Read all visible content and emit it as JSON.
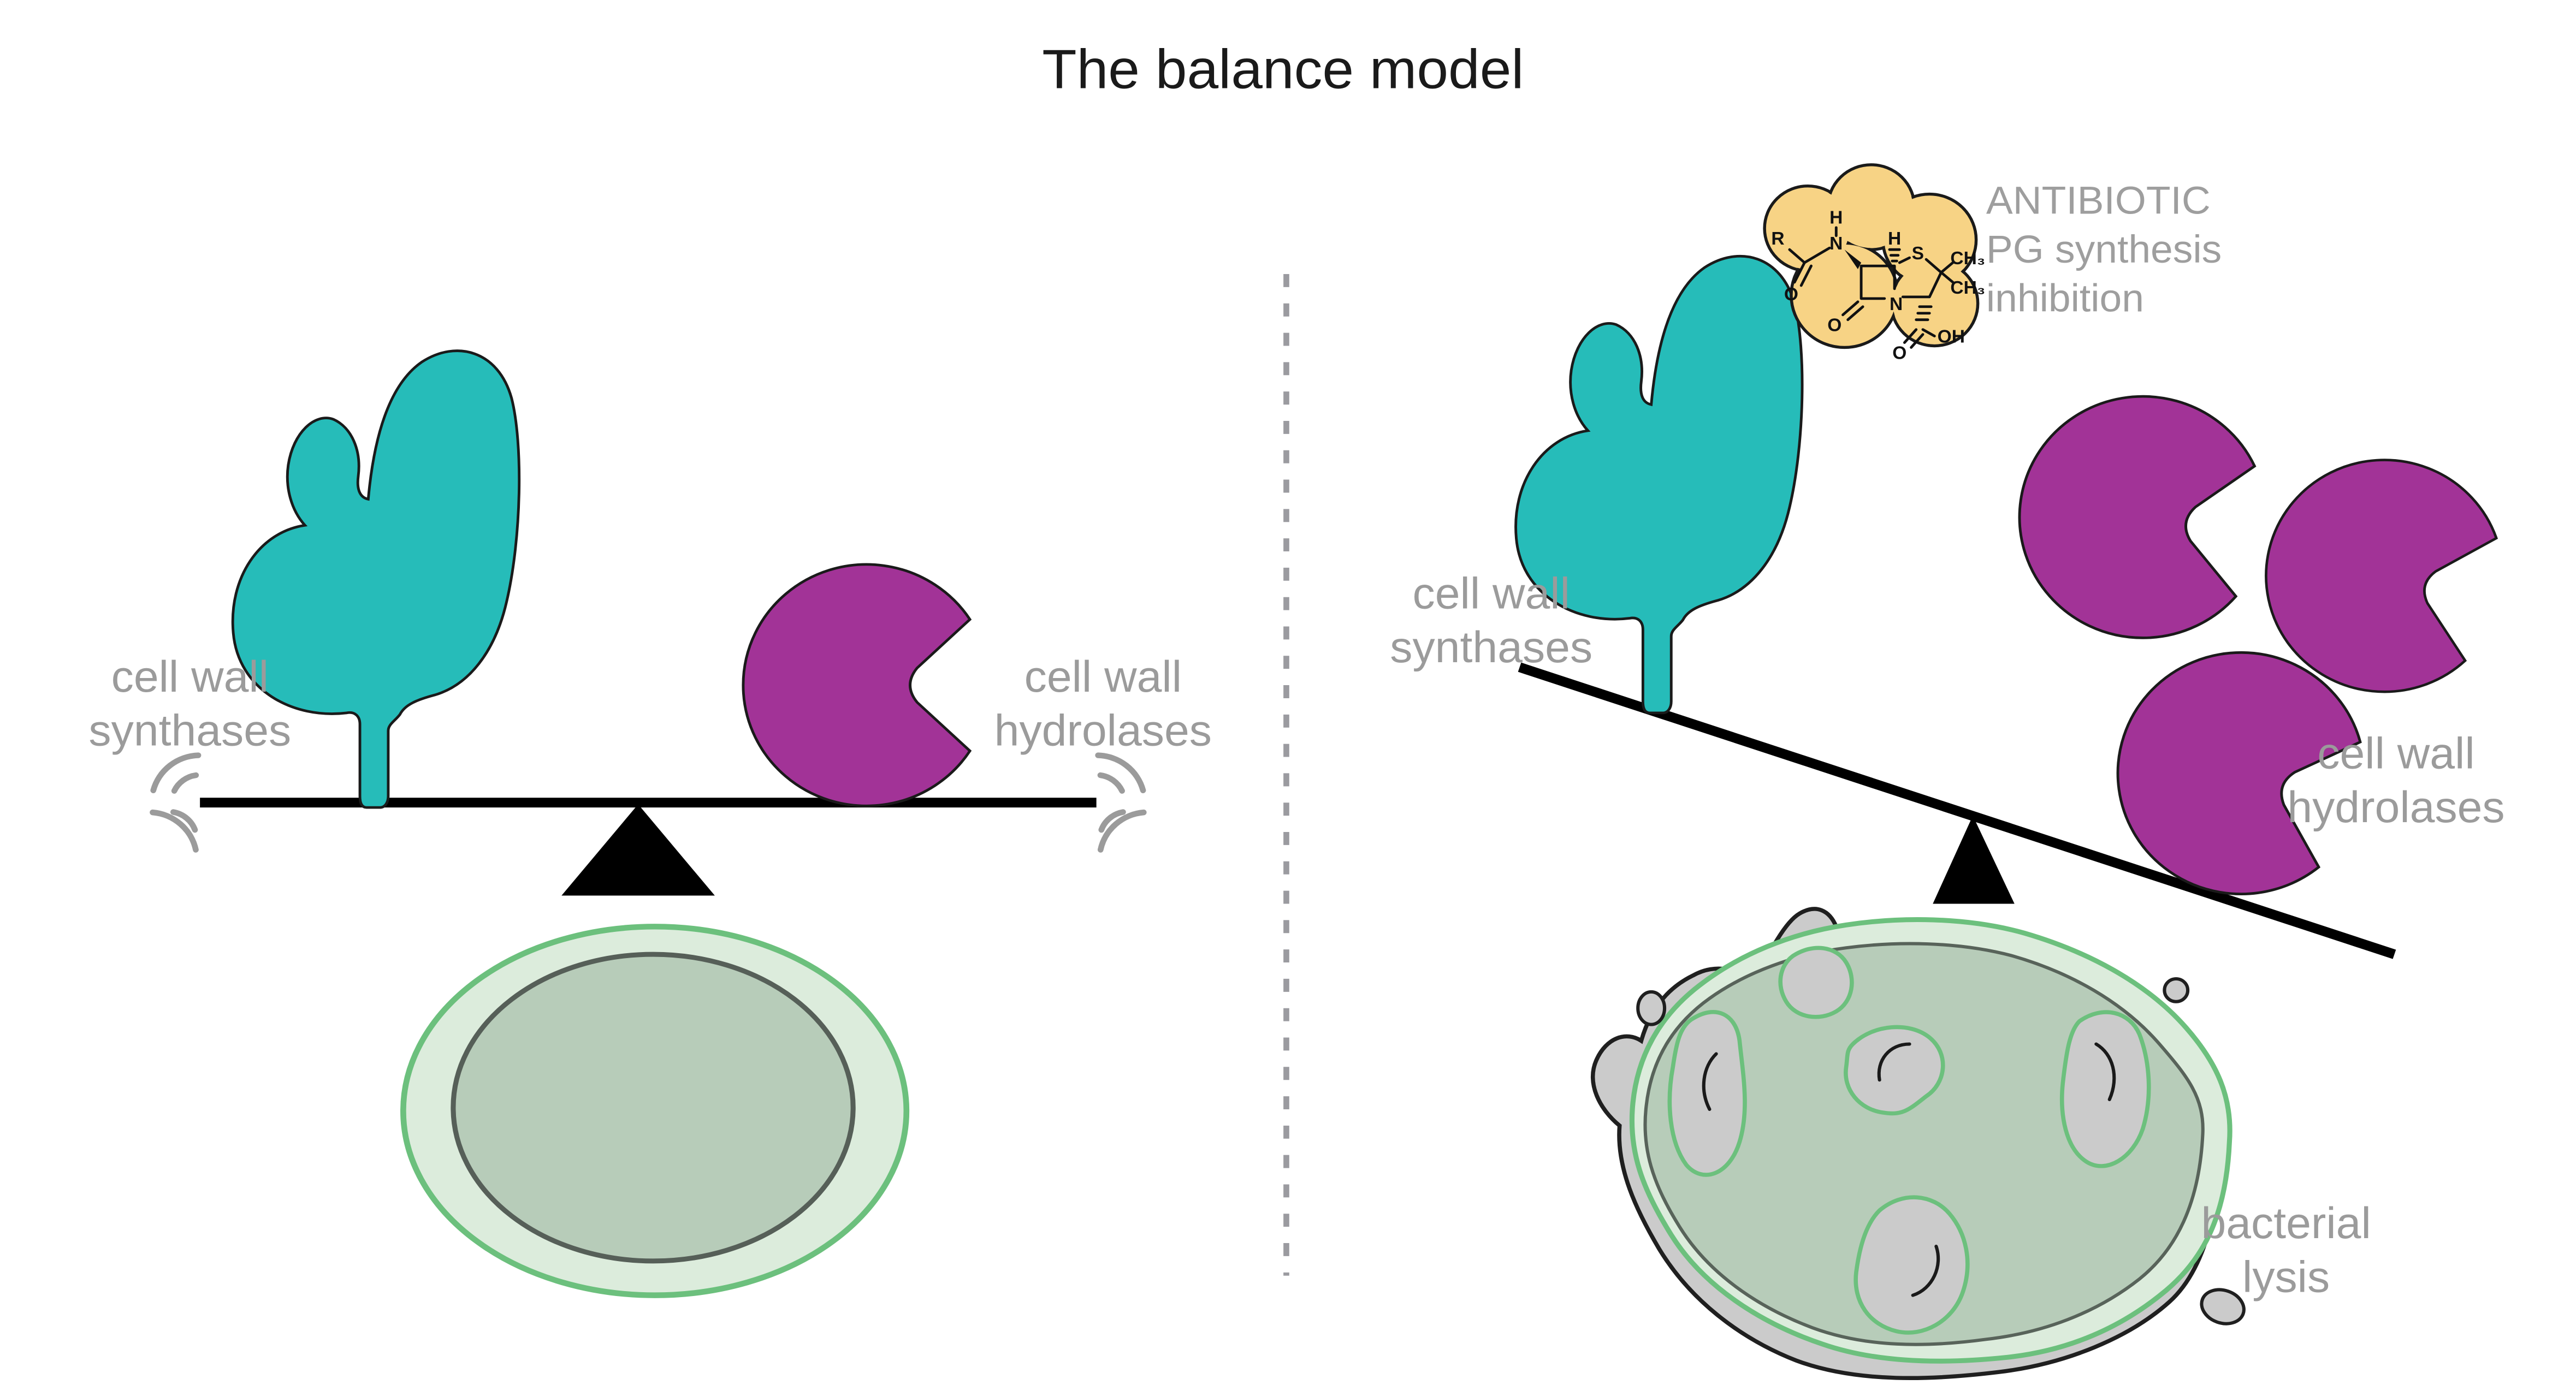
{
  "title": "The balance model",
  "colors": {
    "synthase_teal": "#26bcb9",
    "hydrolase_purple": "#a23397",
    "antibiotic_yellow": "#f7d385",
    "label_gray": "#9b9b9b",
    "beam_black": "#000000",
    "divider_gray": "#9b9ba0",
    "cell_outer_fill": "#dcecdc",
    "cell_outer_stroke": "#6cc07d",
    "cell_inner_fill": "#b7ccb9",
    "cell_inner_stroke": "#565f58",
    "debris_gray": "#cbcbcb"
  },
  "left_panel": {
    "synthases_label": [
      "cell wall",
      "synthases"
    ],
    "hydrolases_label": [
      "cell wall",
      "hydrolases"
    ]
  },
  "right_panel": {
    "antibiotic_label": [
      "ANTIBIOTIC",
      "PG synthesis",
      "inhibition"
    ],
    "synthases_label": [
      "cell wall",
      "synthases"
    ],
    "hydrolases_label": [
      "cell wall",
      "hydrolases"
    ],
    "lysis_label": [
      "bacterial",
      "lysis"
    ],
    "molecule": {
      "r_group": "R",
      "amide_h": "H",
      "amide_n": "N",
      "amide_o": "O",
      "ring_h": "H",
      "sulfur": "S",
      "methyl_top": "CH₃",
      "methyl_bottom": "CH₃",
      "ring_n": "N",
      "lactam_o": "O",
      "acid_o": "O",
      "acid_oh": "OH"
    }
  }
}
